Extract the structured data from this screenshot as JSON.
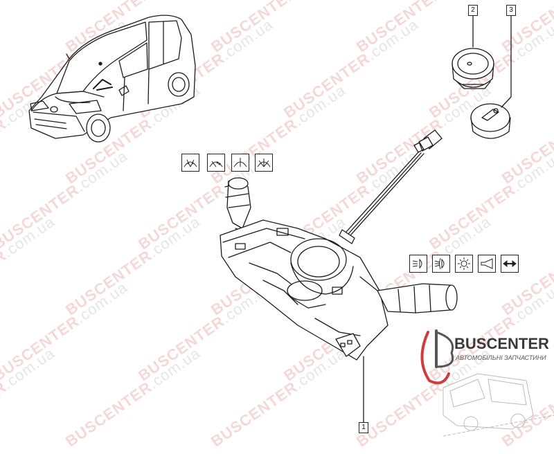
{
  "callouts": {
    "c1": "1",
    "c2": "2",
    "c3": "3"
  },
  "logo": {
    "name": "BUSCENTER",
    "tagline": "АВТОМОБІЛЬНІ ЗАПЧАСТИНИ",
    "accent": "#d23b3b"
  },
  "watermark": {
    "brand": "BUSCENTER",
    "domain": ".com.ua",
    "color": "#d64848"
  },
  "wiper_symbols": [
    "wiper-intermittent-icon",
    "wiper-washer-icon",
    "wiper-single-icon",
    "wiper-continuous-icon"
  ],
  "light_symbols": [
    "low-beam-icon",
    "fog-light-icon",
    "hazard-light-icon",
    "horn-icon",
    "direction-arrows-icon"
  ]
}
